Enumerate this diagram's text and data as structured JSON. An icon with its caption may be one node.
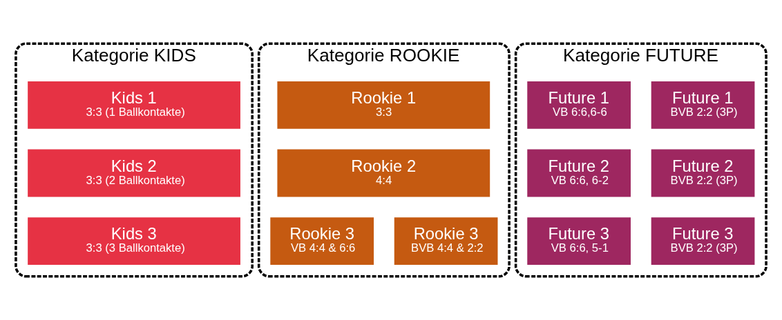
{
  "diagram": {
    "nodes": [
      {
        "text": [
          "Kategorie KIDS"
        ]
      },
      {
        "text": [
          "Kids 1",
          "3:3 (1 Ballkontakte)"
        ],
        "in": 0
      },
      {
        "text": [
          "Kids 2",
          "3:3 (2 Ballkontakte)"
        ],
        "in": 0
      },
      {
        "text": [
          "Kids 3",
          "3:3 (3 Ballkontakte)"
        ],
        "in": 0
      },
      {
        "text": [
          "Kategorie ROOKIE"
        ]
      },
      {
        "text": [
          "Rookie 1",
          "3:3"
        ],
        "in": 4
      },
      {
        "text": [
          "Rookie 2",
          "4:4"
        ],
        "in": 4
      },
      {
        "text": [
          "Rookie 3",
          "VB 4:4 & 6:6"
        ],
        "in": 4
      },
      {
        "text": [
          "Rookie 3",
          "BVB 4:4 & 2:2"
        ],
        "in": 4
      },
      {
        "text": [
          "Kategorie FUTURE"
        ]
      },
      {
        "text": [
          "Future 1",
          "VB 6:6,6-6"
        ],
        "in": 9
      },
      {
        "text": [
          "Future 1",
          "BVB 2:2 (3P)"
        ],
        "in": 9
      },
      {
        "text": [
          "Future 2",
          "VB 6:6, 6-2"
        ],
        "in": 9
      },
      {
        "text": [
          "Future 2",
          "BVB 2:2 (3P)"
        ],
        "in": 9
      },
      {
        "text": [
          "Future 3",
          "VB 6:6, 5-1"
        ],
        "in": 9
      },
      {
        "text": [
          "Future 3",
          "BVB 2:2 (3P)"
        ],
        "in": 9
      }
    ]
  }
}
